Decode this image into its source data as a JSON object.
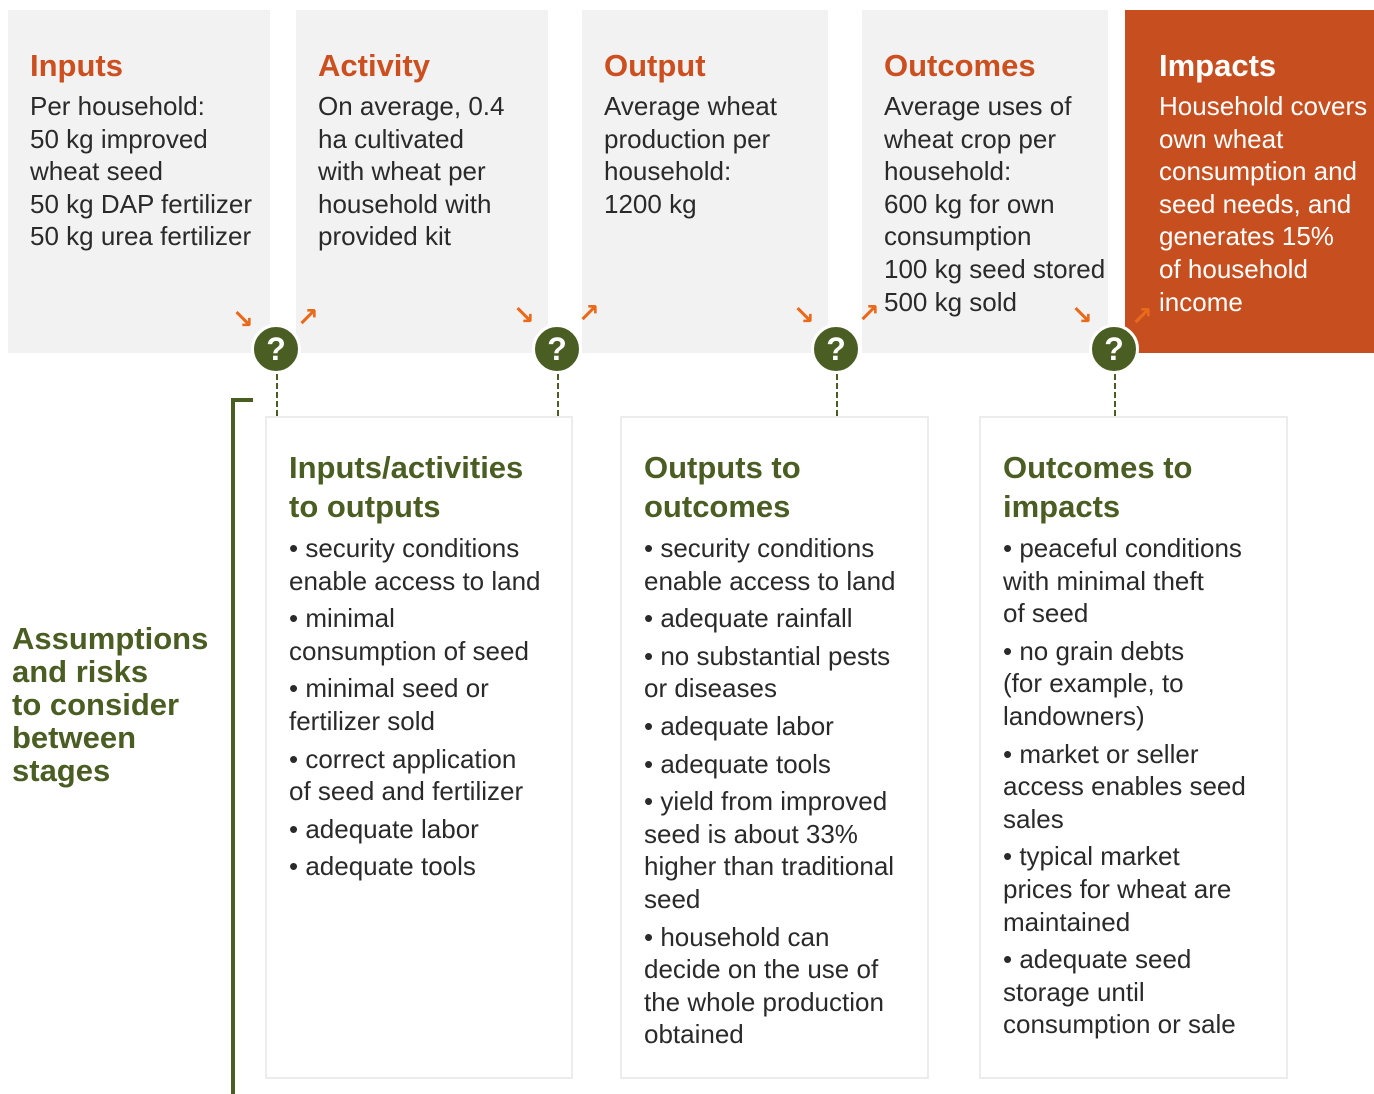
{
  "stages": [
    {
      "title": "Inputs",
      "lines": [
        "Per household:",
        "50 kg improved",
        "wheat seed",
        "50 kg DAP fertilizer",
        "50 kg urea fertilizer"
      ]
    },
    {
      "title": "Activity",
      "lines": [
        "On average, 0.4",
        "ha cultivated",
        "with wheat per",
        "household with",
        "provided kit"
      ]
    },
    {
      "title": "Output",
      "lines": [
        "Average wheat",
        "production per",
        "household:",
        "1200 kg"
      ]
    },
    {
      "title": "Outcomes",
      "lines": [
        "Average uses of",
        "wheat crop per",
        "household:",
        "600 kg for own",
        "consumption",
        "100 kg seed stored",
        "500 kg sold"
      ]
    },
    {
      "title": "Impacts",
      "lines": [
        "Household covers",
        "own wheat",
        "consumption and",
        "seed needs, and",
        "generates 15%",
        "of household",
        "income"
      ]
    }
  ],
  "connectors": {
    "symbol": "?",
    "arrow_in": "↘",
    "arrow_out": "↗"
  },
  "side_label": [
    "Assumptions",
    "and risks",
    "to consider",
    "between",
    "stages"
  ],
  "assumptions": [
    {
      "title": [
        "Inputs/activities",
        "to outputs"
      ],
      "items": [
        [
          "• security conditions",
          "enable access to land"
        ],
        [
          "• minimal",
          "consumption of seed"
        ],
        [
          "• minimal seed or",
          "fertilizer sold"
        ],
        [
          "• correct application",
          "of seed and fertilizer"
        ],
        [
          "• adequate labor"
        ],
        [
          "• adequate tools"
        ]
      ]
    },
    {
      "title": [
        "Outputs to",
        "outcomes"
      ],
      "items": [
        [
          "• security conditions",
          "enable access to land"
        ],
        [
          "• adequate rainfall"
        ],
        [
          "• no substantial pests",
          "or diseases"
        ],
        [
          "• adequate labor"
        ],
        [
          "• adequate tools"
        ],
        [
          "• yield from improved",
          "seed is about 33%",
          "higher than traditional",
          "seed"
        ],
        [
          "• household can",
          "decide on the use of",
          "the whole production",
          "obtained"
        ]
      ]
    },
    {
      "title": [
        "Outcomes to",
        "impacts"
      ],
      "items": [
        [
          "• peaceful conditions",
          "with minimal theft",
          "of seed"
        ],
        [
          "• no grain debts",
          "(for example, to",
          "landowners)"
        ],
        [
          "• market or seller",
          "access enables seed",
          "sales"
        ],
        [
          "• typical market",
          "prices for wheat are",
          "maintained"
        ],
        [
          "• adequate seed",
          "storage until",
          "consumption or sale"
        ]
      ]
    }
  ],
  "colors": {
    "orange": "#cc4f1f",
    "impact_bg": "#c64e1f",
    "green": "#4a5d23",
    "panel": "#f2f2f2",
    "arrow": "#e86a1a"
  }
}
